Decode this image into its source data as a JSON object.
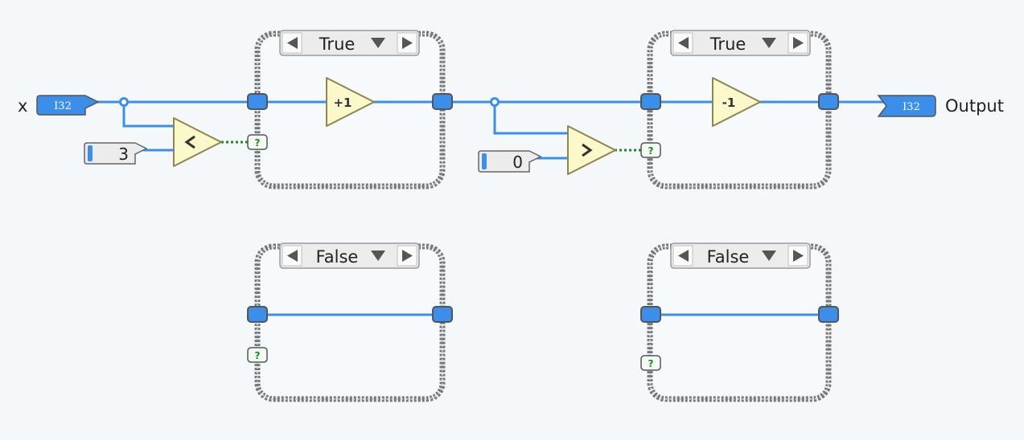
{
  "diagram": {
    "input_label": "x",
    "output_label": "Output",
    "input_type": "I32",
    "output_type": "I32",
    "constants": [
      "3",
      "0"
    ],
    "structures": [
      {
        "selector": "True",
        "operation": "+1"
      },
      {
        "selector": "True",
        "operation": "-1"
      },
      {
        "selector": "False"
      },
      {
        "selector": "False"
      }
    ],
    "comparisons": [
      {
        "symbol": "<"
      },
      {
        "symbol": ">"
      }
    ],
    "selector_terminal": "?",
    "colors": {
      "wire": "#3b8eea",
      "boolean_wire": "#1d8a1d",
      "node_fill": "#fbf8c9",
      "node_stroke": "#8d8650",
      "frame": "#7a7a7a",
      "background": "#f4f8fb"
    }
  }
}
